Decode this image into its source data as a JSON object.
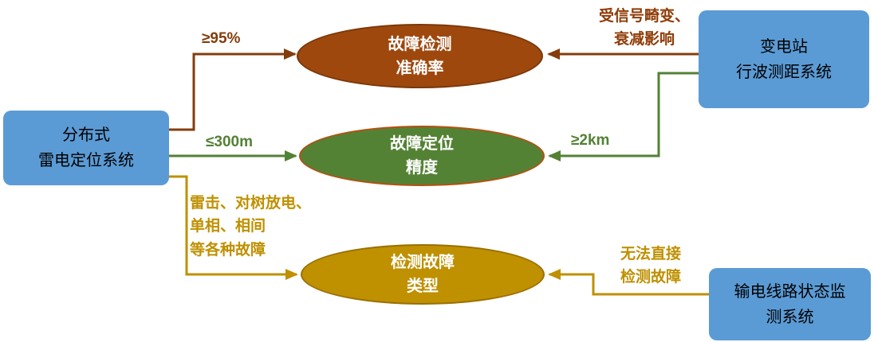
{
  "nodes": {
    "left_system": "分布式\n雷电定位系统",
    "right_top_system": "变电站\n行波测距系统",
    "right_bottom_system": "输电线路状态监\n测系统",
    "ellipse_accuracy": "故障检测\n准确率",
    "ellipse_precision": "故障定位\n精度",
    "ellipse_fault_type": "检测故障\n类型"
  },
  "edge_labels": {
    "accuracy_left": "≥95%",
    "precision_left": "≤300m",
    "fault_type_left": "雷击、对树放电、\n单相、相间\n等各种故障",
    "accuracy_right": "受信号畸变、\n衰减影响",
    "precision_right": "≥2km",
    "fault_type_right": "无法直接\n检测故障"
  },
  "colors": {
    "node_blue": "#5B9BD5",
    "ellipse_brown": "#9E480E",
    "ellipse_green": "#548235",
    "ellipse_gold": "#BF9000",
    "edge_brown": "#843C0C",
    "edge_green": "#538135",
    "edge_gold": "#BF9000"
  }
}
